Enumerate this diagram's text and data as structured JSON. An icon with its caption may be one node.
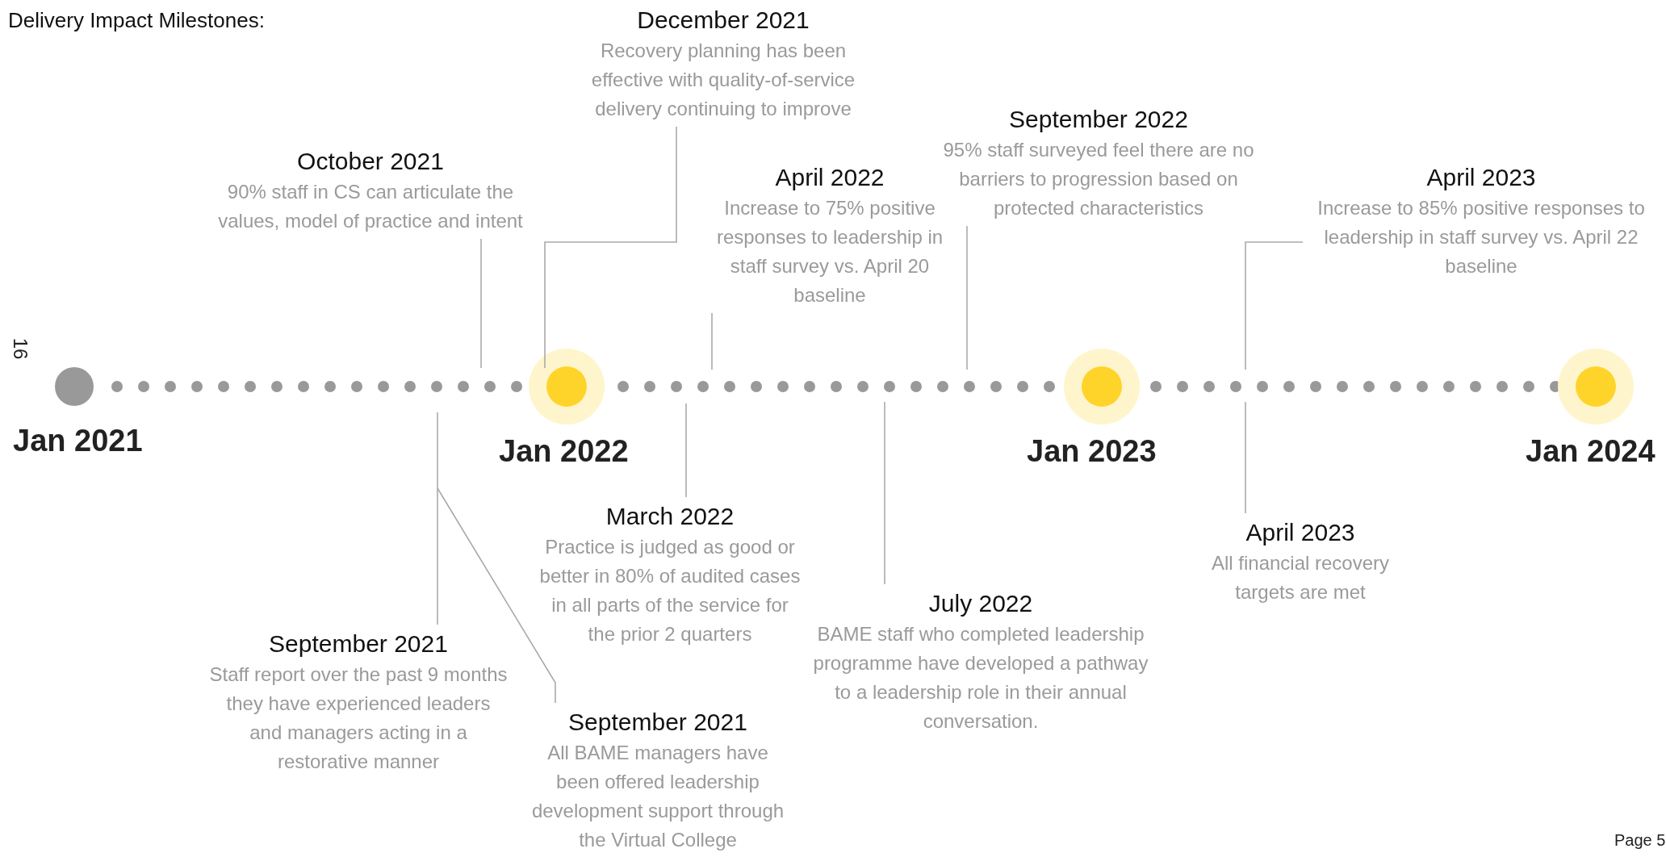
{
  "diagram": {
    "title": "Delivery Impact Milestones:",
    "nodes": [
      {
        "text": [
          "December 2021",
          "Recovery planning has been effective with quality-of-service delivery continuing to improve"
        ]
      },
      {
        "text": [
          "October 2021",
          "90% staff in CS can articulate the values, model of practice and intent"
        ]
      },
      {
        "text": [
          "April 2022",
          "Increase to 75% positive responses to leadership in staff survey vs. April 20 baseline"
        ]
      },
      {
        "text": [
          "September 2022",
          "95% staff surveyed feel there are no barriers to progression based on protected characteristics"
        ]
      },
      {
        "text": [
          "April 2023",
          "Increase to 85% positive responses to leadership in staff survey vs. April 22 baseline"
        ]
      },
      {
        "text": [
          "March 2022",
          "Practice is judged as good or better in 80% of audited cases in all parts of the service for the prior 2 quarters"
        ]
      },
      {
        "text": [
          "July 2022",
          "BAME staff who completed leadership programme have developed a pathway to a leadership role in their annual conversation."
        ]
      },
      {
        "text": [
          "April 2023",
          "All financial recovery targets are met"
        ]
      },
      {
        "text": [
          "September 2021",
          "Staff report over the past 9 months they have experienced leaders and managers acting in a restorative manner"
        ]
      },
      {
        "text": [
          "September 2021",
          "All BAME managers have been offered leadership development support through the Virtual College"
        ]
      }
    ],
    "edges": [
      {
        "from": 0,
        "to": null,
        "arrow": "none"
      },
      {
        "from": 1,
        "to": null,
        "arrow": "none"
      },
      {
        "from": 2,
        "to": null,
        "arrow": "none"
      },
      {
        "from": 3,
        "to": null,
        "arrow": "none"
      },
      {
        "from": 4,
        "to": null,
        "arrow": "none"
      },
      {
        "from": 5,
        "to": null,
        "arrow": "none"
      },
      {
        "from": 6,
        "to": null,
        "arrow": "none"
      },
      {
        "from": 7,
        "to": null,
        "arrow": "none"
      },
      {
        "from": 8,
        "to": null,
        "arrow": "none"
      },
      {
        "from": 9,
        "to": null,
        "arrow": "none"
      }
    ],
    "labels": [
      "16",
      "Jan 2021",
      "Jan 2022",
      "Jan 2023",
      "Jan 2024",
      "Page 5"
    ]
  }
}
